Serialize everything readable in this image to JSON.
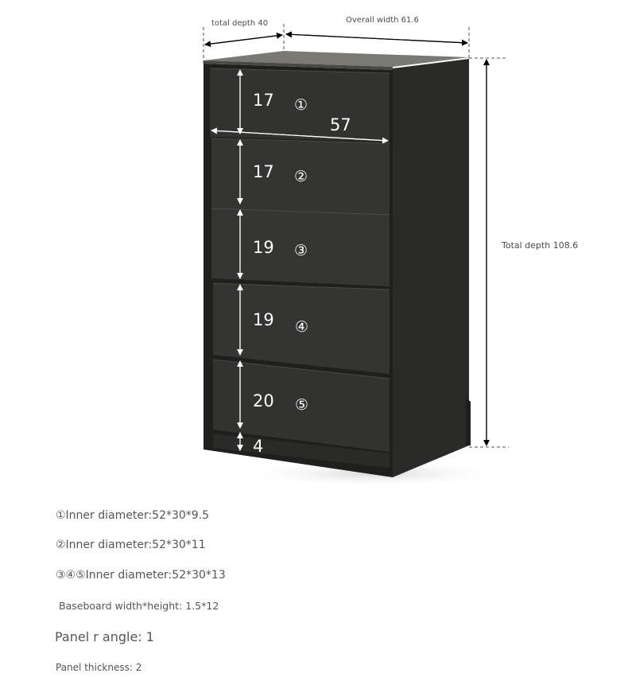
{
  "dimensions": {
    "top_depth_label": "total depth 40",
    "top_width_label": "Overall width 61.6",
    "side_height_label": "Total depth 108.6",
    "inner_width": "57",
    "drawers": [
      {
        "number": "①",
        "height": "17"
      },
      {
        "number": "②",
        "height": "17"
      },
      {
        "number": "③",
        "height": "19"
      },
      {
        "number": "④",
        "height": "19"
      },
      {
        "number": "⑤",
        "height": "20"
      }
    ],
    "baseboard_height": "4"
  },
  "specs": {
    "drawer1": "①Inner diameter:52*30*9.5",
    "drawer2": "②Inner diameter:52*30*11",
    "drawer345": "③④⑤Inner diameter:52*30*13",
    "baseboard": "Baseboard width*height: 1.5*12",
    "panel_angle": "Panel r angle: 1",
    "panel_thickness": "Panel thickness: 2"
  },
  "colors": {
    "cabinet": "#262624",
    "drawer_front": "#2e2e2c",
    "top": "#6e6d68",
    "annotation": "#ffffff",
    "dim_line": "#000000"
  }
}
